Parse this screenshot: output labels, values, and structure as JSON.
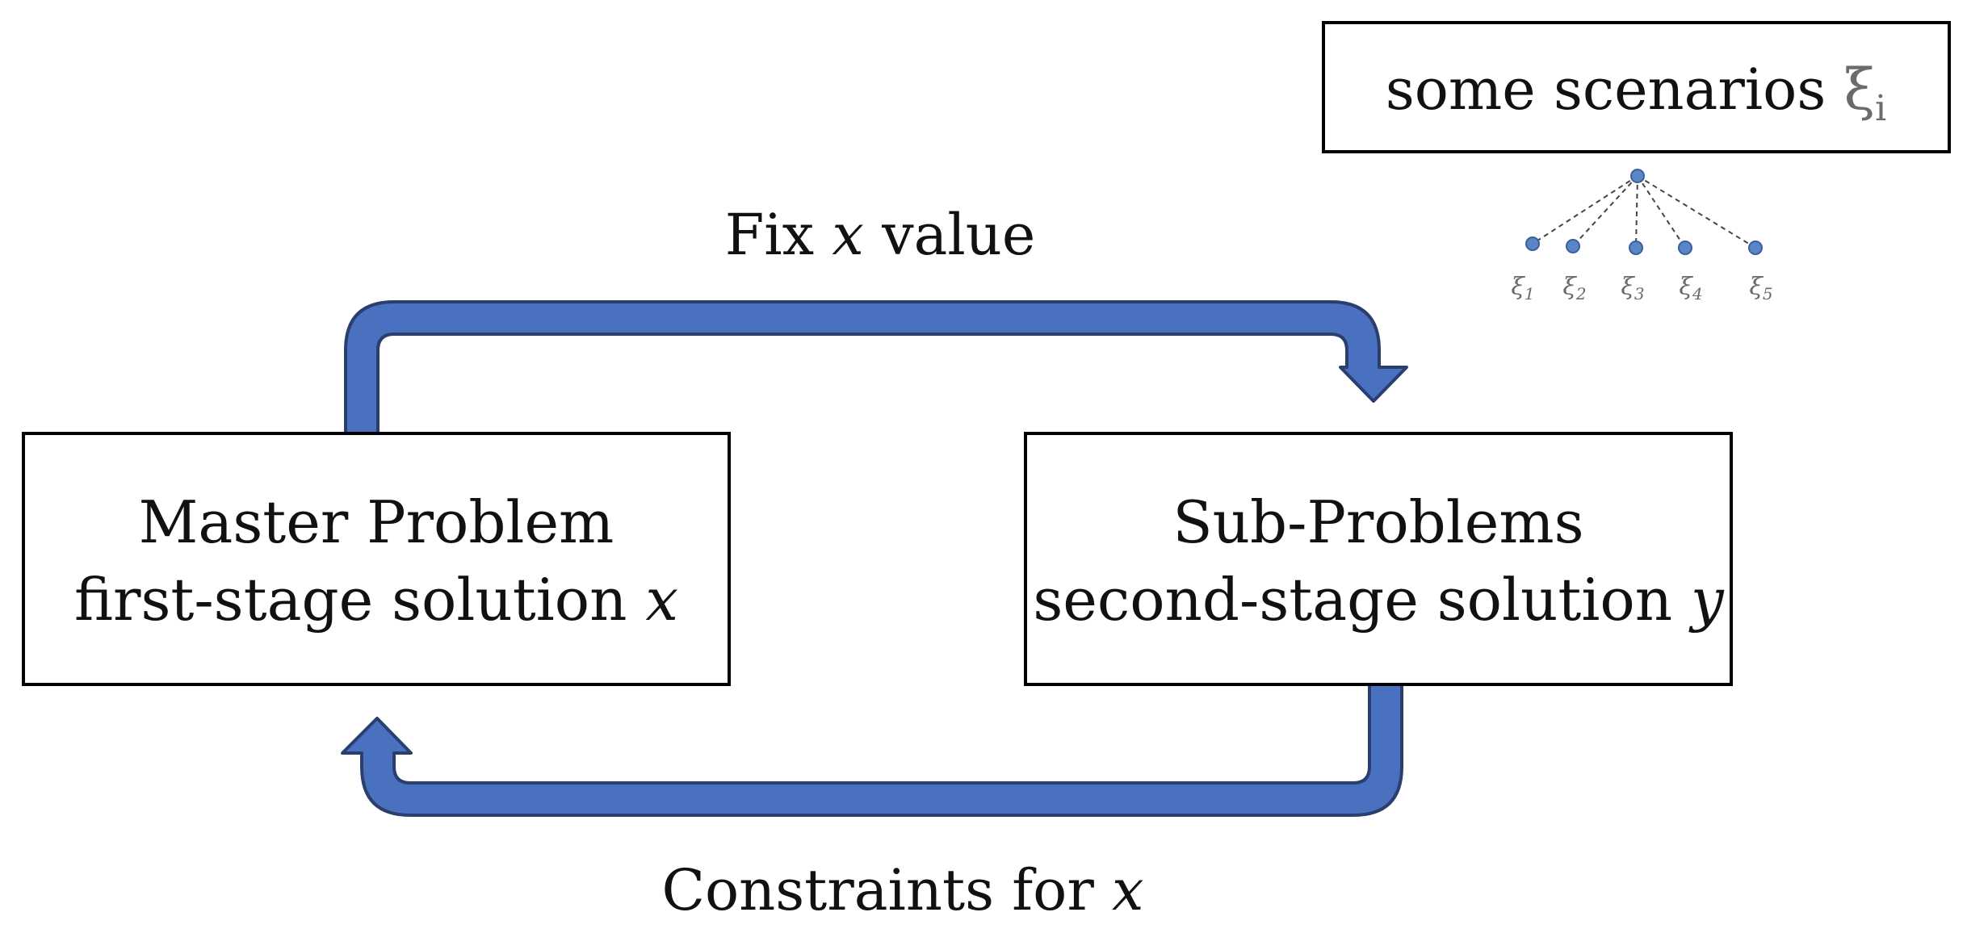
{
  "master_box": {
    "line1": "Master Problem",
    "line2_prefix": "first-stage solution ",
    "line2_var": "x"
  },
  "sub_box": {
    "line1": "Sub-Problems",
    "line2_prefix": "second-stage solution ",
    "line2_var": "y"
  },
  "top_arrow": {
    "label_prefix": "Fix ",
    "label_var": "x",
    "label_suffix": " value"
  },
  "bottom_arrow": {
    "label_prefix": "Constraints for ",
    "label_var": "x"
  },
  "scenarios_box": {
    "text": "some scenarios ",
    "symbol": "ξ",
    "subscript": "i"
  },
  "scenario_tree": {
    "root_symbol": "",
    "leaves": [
      {
        "symbol": "ξ",
        "index": "1"
      },
      {
        "symbol": "ξ",
        "index": "2"
      },
      {
        "symbol": "ξ",
        "index": "3"
      },
      {
        "symbol": "ξ",
        "index": "4"
      },
      {
        "symbol": "ξ",
        "index": "5"
      }
    ]
  },
  "colors": {
    "arrow_fill": "#4a70c0",
    "arrow_stroke": "#2a3f6e",
    "node_fill": "#5a86c8",
    "box_stroke": "#000000",
    "tree_line": "#444444",
    "symbol_gray": "#6b6b6b"
  }
}
